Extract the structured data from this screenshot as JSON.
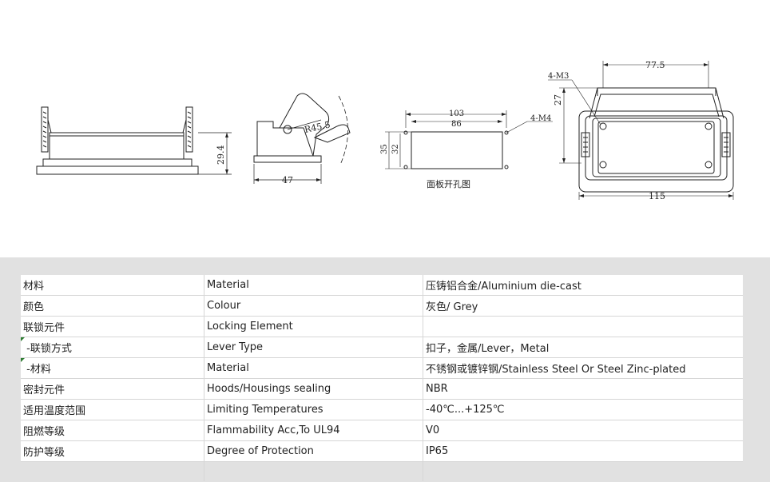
{
  "drawing": {
    "dim_height_side": "29.4",
    "dim_width_lever": "47",
    "dim_radius": "R45.5",
    "dim_cutout_outer": "103",
    "dim_cutout_inner": "86",
    "dim_cutout_h_outer": "35",
    "dim_cutout_h_inner": "32",
    "dim_screw_m4": "4-M4",
    "cutout_caption": "面板开孔图",
    "dim_screw_m3": "4-M3",
    "dim_top_width": "77.5",
    "dim_depth": "27",
    "dim_bottom_width": "115"
  },
  "spec": {
    "rows": [
      {
        "cn": "材料",
        "en": "Material",
        "value": "压铸铝合金/Aluminium die-cast",
        "mark": false
      },
      {
        "cn": "颜色",
        "en": "Colour",
        "value": "灰色/ Grey",
        "mark": false
      },
      {
        "cn": "联锁元件",
        "en": "Locking Element",
        "value": "",
        "mark": false
      },
      {
        "cn": " -联锁方式",
        "en": "Lever Type",
        "value": "扣子，金属/Lever，Metal",
        "mark": true
      },
      {
        "cn": " -材料",
        "en": "Material",
        "value": "不锈钢或镀锌钢/Stainless Steel Or Steel Zinc-plated",
        "mark": true
      },
      {
        "cn": "密封元件",
        "en": "Hoods/Housings sealing",
        "value": "NBR",
        "mark": false
      },
      {
        "cn": "适用温度范围",
        "en": "Limiting Temperatures",
        "value": "-40℃...+125℃",
        "mark": false
      },
      {
        "cn": "阻燃等级",
        "en": "Flammability Acc,To UL94",
        "value": "V0",
        "mark": false
      },
      {
        "cn": "防护等级",
        "en": "Degree of Protection",
        "value": "IP65",
        "mark": false
      }
    ]
  }
}
